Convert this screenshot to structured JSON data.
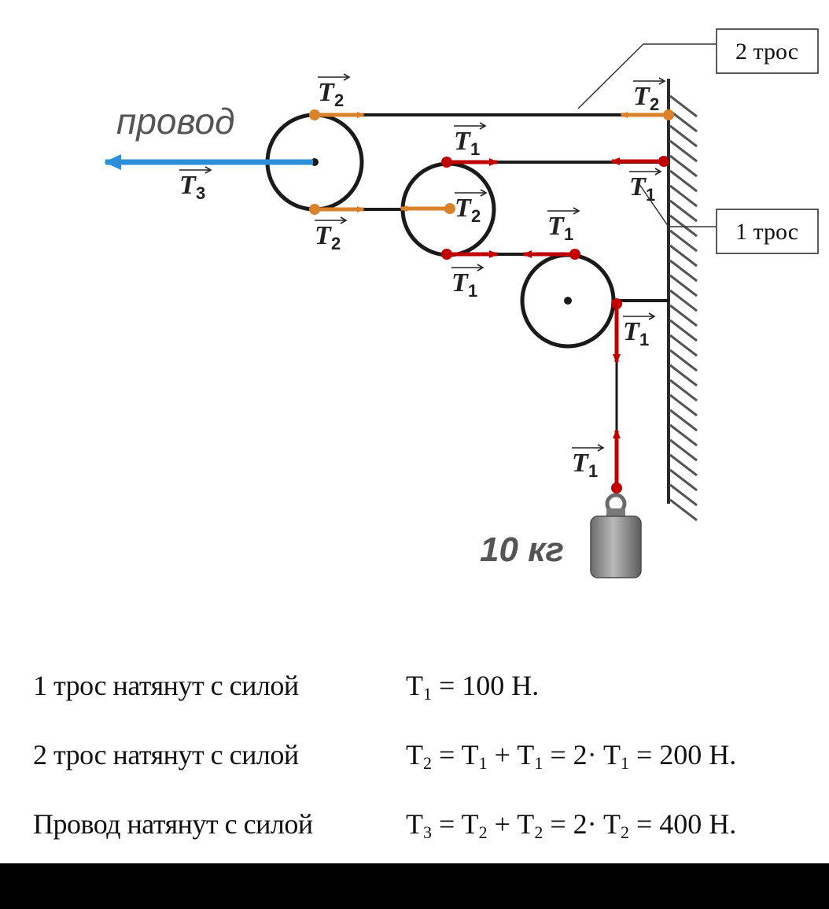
{
  "colors": {
    "rope_line": "#1a1a1a",
    "cable2_arrow": "#d9822b",
    "cable1_arrow": "#c00000",
    "wire_arrow": "#2b8fd6",
    "wall_hatch": "#555555",
    "weight_body": "#8a8a8a"
  },
  "diagram": {
    "wire_label": "провод",
    "weight_label": "10 кг",
    "callout_cable2": "2 трос",
    "callout_cable1": "1 трос",
    "force_symbols": {
      "T1": {
        "letter": "T",
        "sub": "1"
      },
      "T2": {
        "letter": "T",
        "sub": "2"
      },
      "T3": {
        "letter": "T",
        "sub": "3"
      }
    }
  },
  "equations": [
    {
      "label": "1 трос натянут с силой",
      "formula": [
        {
          "t": "T"
        },
        {
          "s": "1"
        },
        {
          "t": " = 100 Н."
        }
      ]
    },
    {
      "label": "2 трос натянут с силой",
      "formula": [
        {
          "t": "T"
        },
        {
          "s": "2"
        },
        {
          "t": " = T"
        },
        {
          "s": "1"
        },
        {
          "t": " + T"
        },
        {
          "s": "1"
        },
        {
          "t": " = 2· T"
        },
        {
          "s": "1"
        },
        {
          "t": " = 200 Н."
        }
      ]
    },
    {
      "label": "Провод натянут с силой",
      "formula": [
        {
          "t": "T"
        },
        {
          "s": "3"
        },
        {
          "t": " = T"
        },
        {
          "s": "2"
        },
        {
          "t": " + T"
        },
        {
          "s": "2"
        },
        {
          "t": " = 2· T"
        },
        {
          "s": "2"
        },
        {
          "t": " = 400 Н."
        }
      ]
    }
  ]
}
